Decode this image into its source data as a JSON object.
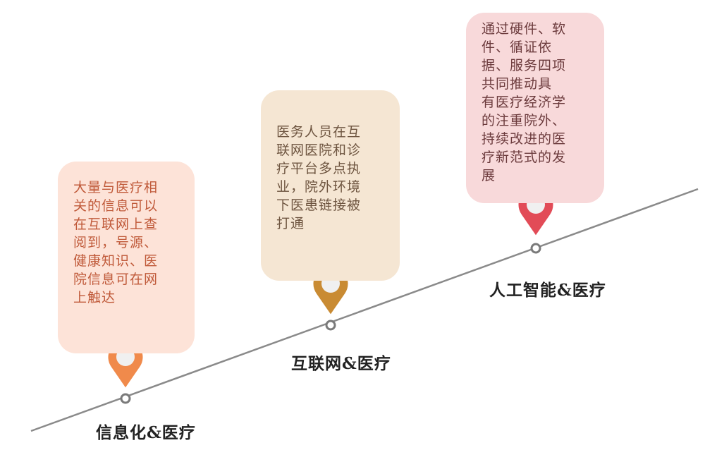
{
  "stages": [
    {
      "name": "信息化&医疗",
      "description": "大量与医疗相\n关的信息可以\n在互联网上查\n阅到，号源、\n健康知识、医\n院信息可在网\n上触达",
      "pin_color": "#f08a4b"
    },
    {
      "name": "互联网&医疗",
      "description": "医务人员在互\n联网医院和诊\n疗平台多点执\n业，院外环境\n下医患链接被\n打通",
      "pin_color": "#c98b33"
    },
    {
      "name": "人工智能&医疗",
      "description": "通过硬件、软\n件、循证依\n据、服务四项\n共同推动具\n有医疗经济学\n的注重院外、\n持续改进的医\n疗新范式的发\n展",
      "pin_color": "#e24b57"
    }
  ],
  "colors": {
    "line": "#8a8a8a",
    "node": "#7a7a7a",
    "pin_center": "#f0f0f0"
  },
  "icons": [
    "map-pin-icon",
    "timeline-node-icon"
  ]
}
